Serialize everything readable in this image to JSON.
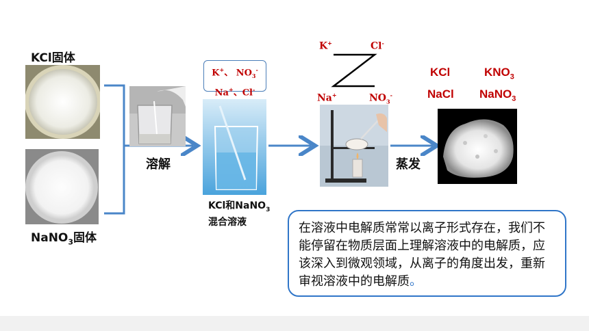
{
  "labels": {
    "kcl_solid": "KCl固体",
    "nano3_solid_pre": "NaNO",
    "nano3_solid_sub": "3",
    "nano3_solid_post": "固体",
    "dissolve": "溶解",
    "mixed_line1_pre": "KCl和NaNO",
    "mixed_line1_sub": "3",
    "mixed_line2": "混合溶液",
    "evaporate": "蒸发"
  },
  "ion_box": {
    "line1_a": "K",
    "line1_a_sup": "+",
    "line1_sep": "、 NO",
    "line1_sub": "3",
    "line1_sup": "-",
    "line2_a": "Na",
    "line2_a_sup": "+",
    "line2_sep": "、Cl",
    "line2_sup": "-"
  },
  "exchange": {
    "k": "K",
    "k_sup": "+",
    "cl": "Cl",
    "cl_sup": "-",
    "na": "Na",
    "na_sup": "+",
    "no3": "NO",
    "no3_sub": "3",
    "no3_sup": "-"
  },
  "products": {
    "kcl": "KCl",
    "kno3_pre": "KNO",
    "kno3_sub": "3",
    "nacl": "NaCl",
    "nano3_pre": "NaNO",
    "nano3_sub": "3"
  },
  "note": {
    "text": "在溶液中电解质常常以离子形式存在，我们不能停留在物质层面上理解溶液中的电解质，应该深入到微观领域，从离子的角度出发，重新审视溶液中的电解质",
    "end_dot": "。"
  },
  "colors": {
    "arrow": "#4a86c8",
    "ion_red": "#c00000",
    "note_border": "#2f75c8"
  }
}
